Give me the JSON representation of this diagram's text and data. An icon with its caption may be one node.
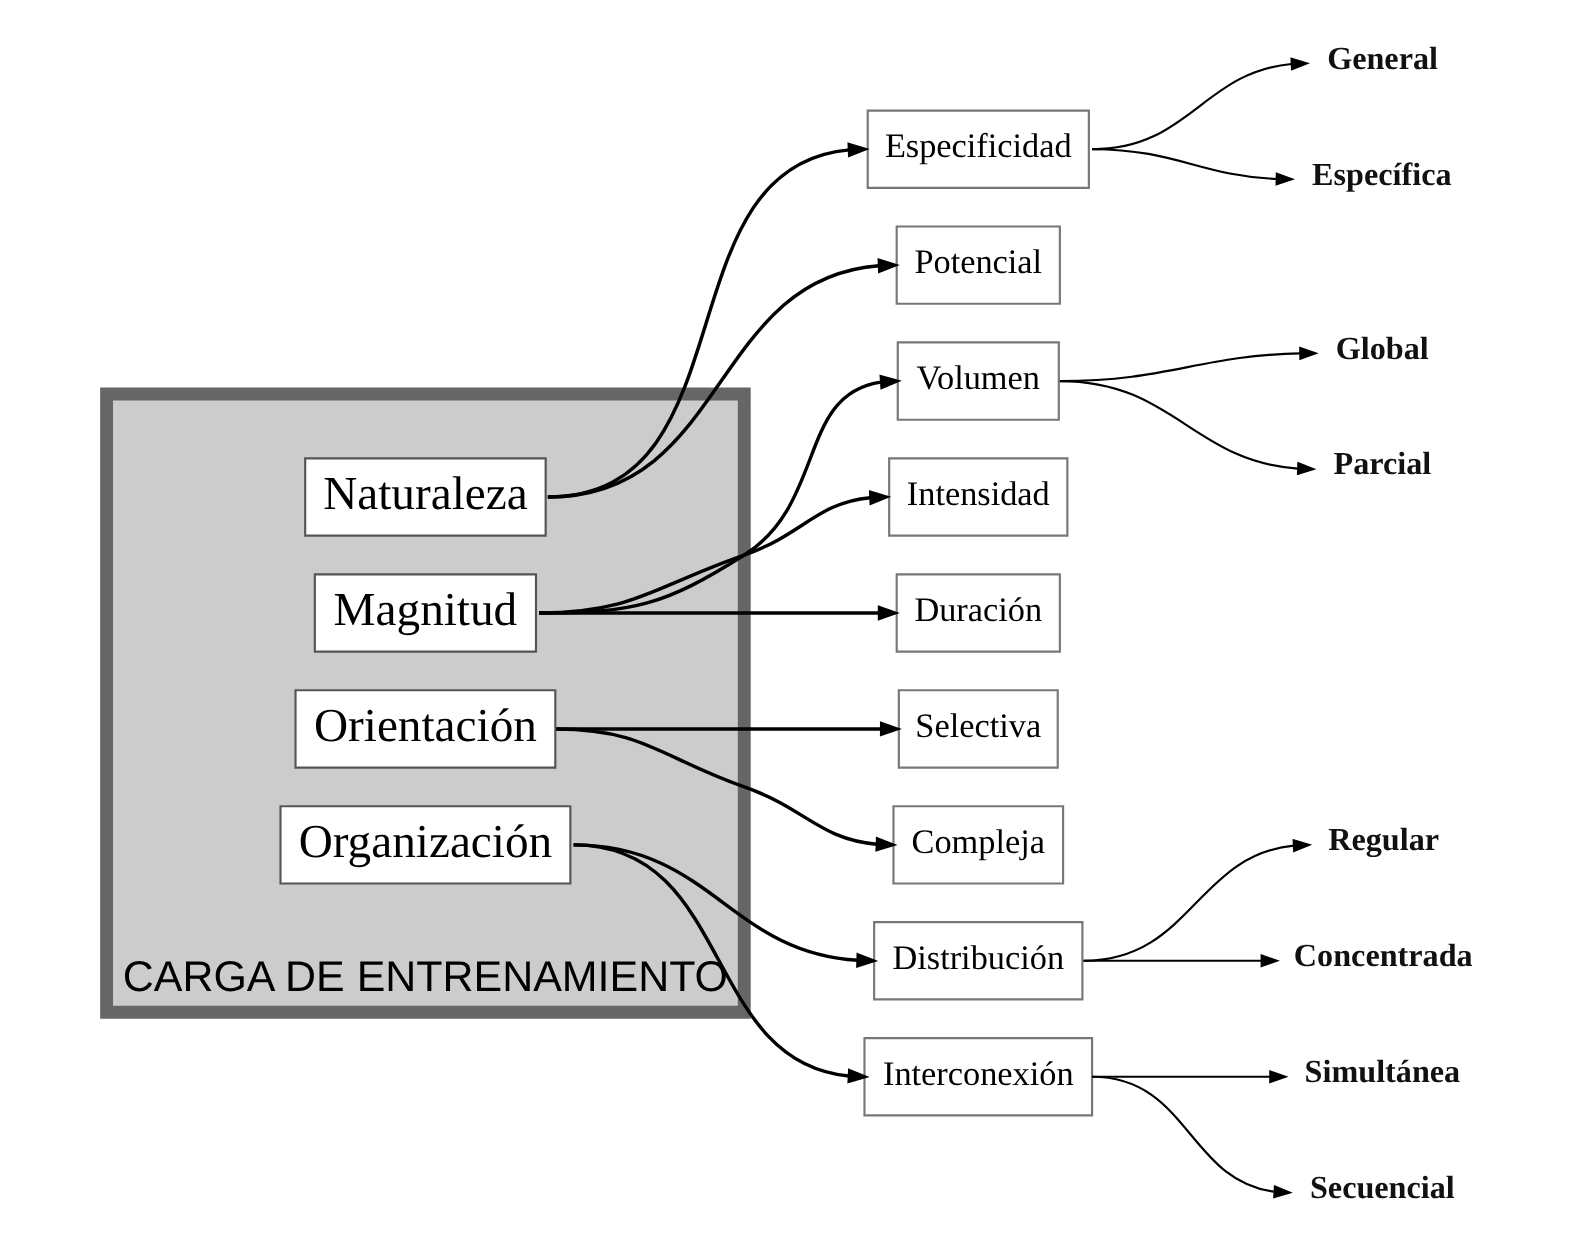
{
  "diagram": {
    "nodes": [
      {
        "text": [
          "CARGA DE ENTRENAMIENTO"
        ]
      },
      {
        "text": [
          "Naturaleza"
        ],
        "in": 0
      },
      {
        "text": [
          "Magnitud"
        ],
        "in": 0
      },
      {
        "text": [
          "Orientación"
        ],
        "in": 0
      },
      {
        "text": [
          "Organización"
        ],
        "in": 0
      },
      {
        "text": [
          "Especificidad"
        ]
      },
      {
        "text": [
          "Potencial"
        ]
      },
      {
        "text": [
          "Volumen"
        ]
      },
      {
        "text": [
          "Intensidad"
        ]
      },
      {
        "text": [
          "Duración"
        ]
      },
      {
        "text": [
          "Selectiva"
        ]
      },
      {
        "text": [
          "Compleja"
        ]
      },
      {
        "text": [
          "Distribución"
        ]
      },
      {
        "text": [
          "Interconexión"
        ]
      },
      {
        "text": [
          "General"
        ]
      },
      {
        "text": [
          "Específica"
        ]
      },
      {
        "text": [
          "Global"
        ]
      },
      {
        "text": [
          "Parcial"
        ]
      },
      {
        "text": [
          "Regular"
        ]
      },
      {
        "text": [
          "Concentrada"
        ]
      },
      {
        "text": [
          "Simultánea"
        ]
      },
      {
        "text": [
          "Secuencial"
        ]
      }
    ],
    "edges": [
      {
        "from": 1,
        "to": 5,
        "arrow": "to"
      },
      {
        "from": 1,
        "to": 6,
        "arrow": "to"
      },
      {
        "from": 2,
        "to": 7,
        "arrow": "to"
      },
      {
        "from": 2,
        "to": 8,
        "arrow": "to"
      },
      {
        "from": 2,
        "to": 9,
        "arrow": "to"
      },
      {
        "from": 3,
        "to": 10,
        "arrow": "to"
      },
      {
        "from": 3,
        "to": 11,
        "arrow": "to"
      },
      {
        "from": 4,
        "to": 12,
        "arrow": "to"
      },
      {
        "from": 4,
        "to": 13,
        "arrow": "to"
      },
      {
        "from": 5,
        "to": 14,
        "arrow": "to"
      },
      {
        "from": 5,
        "to": 15,
        "arrow": "to"
      },
      {
        "from": 7,
        "to": 16,
        "arrow": "to"
      },
      {
        "from": 7,
        "to": 17,
        "arrow": "to"
      },
      {
        "from": 12,
        "to": 18,
        "arrow": "to"
      },
      {
        "from": 12,
        "to": 19,
        "arrow": "to"
      },
      {
        "from": 13,
        "to": 20,
        "arrow": "to"
      },
      {
        "from": 13,
        "to": 21,
        "arrow": "to"
      }
    ]
  }
}
